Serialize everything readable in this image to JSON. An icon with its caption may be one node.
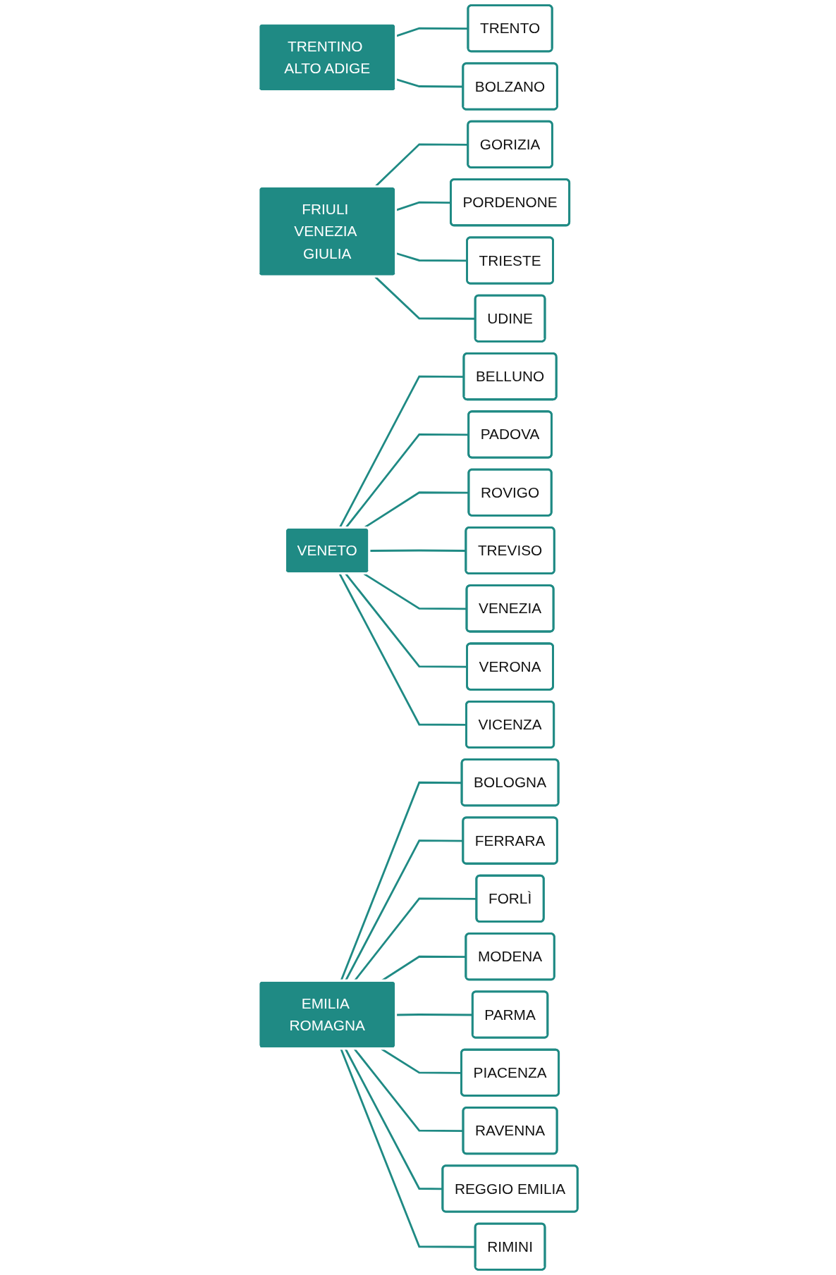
{
  "diagram": {
    "nodes": [
      {
        "text": [
          "TRENTINO ALTO ADIGE"
        ]
      },
      {
        "text": [
          "TRENTO"
        ]
      },
      {
        "text": [
          "BOLZANO"
        ]
      },
      {
        "text": [
          "FRIULI VENEZIA GIULIA"
        ]
      },
      {
        "text": [
          "GORIZIA"
        ]
      },
      {
        "text": [
          "PORDENONE"
        ]
      },
      {
        "text": [
          "TRIESTE"
        ]
      },
      {
        "text": [
          "UDINE"
        ]
      },
      {
        "text": [
          "VENETO"
        ]
      },
      {
        "text": [
          "BELLUNO"
        ]
      },
      {
        "text": [
          "PADOVA"
        ]
      },
      {
        "text": [
          "ROVIGO"
        ]
      },
      {
        "text": [
          "TREVISO"
        ]
      },
      {
        "text": [
          "VENEZIA"
        ]
      },
      {
        "text": [
          "VERONA"
        ]
      },
      {
        "text": [
          "VICENZA"
        ]
      },
      {
        "text": [
          "EMILIA ROMAGNA"
        ]
      },
      {
        "text": [
          "BOLOGNA"
        ]
      },
      {
        "text": [
          "FERRARA"
        ]
      },
      {
        "text": [
          "FORLÌ"
        ]
      },
      {
        "text": [
          "MODENA"
        ]
      },
      {
        "text": [
          "PARMA"
        ]
      },
      {
        "text": [
          "PIACENZA"
        ]
      },
      {
        "text": [
          "RAVENNA"
        ]
      },
      {
        "text": [
          "REGGIO EMILIA"
        ]
      },
      {
        "text": [
          "RIMINI"
        ]
      }
    ],
    "edges": [
      {
        "from": 0,
        "to": 1,
        "arrow": "none"
      },
      {
        "from": 0,
        "to": 2,
        "arrow": "none"
      },
      {
        "from": 3,
        "to": 4,
        "arrow": "none"
      },
      {
        "from": 3,
        "to": 5,
        "arrow": "none"
      },
      {
        "from": 3,
        "to": 6,
        "arrow": "none"
      },
      {
        "from": 3,
        "to": 7,
        "arrow": "none"
      },
      {
        "from": 8,
        "to": 9,
        "arrow": "none"
      },
      {
        "from": 8,
        "to": 10,
        "arrow": "none"
      },
      {
        "from": 8,
        "to": 11,
        "arrow": "none"
      },
      {
        "from": 8,
        "to": 12,
        "arrow": "none"
      },
      {
        "from": 8,
        "to": 13,
        "arrow": "none"
      },
      {
        "from": 8,
        "to": 14,
        "arrow": "none"
      },
      {
        "from": 8,
        "to": 15,
        "arrow": "none"
      },
      {
        "from": 16,
        "to": 17,
        "arrow": "none"
      },
      {
        "from": 16,
        "to": 18,
        "arrow": "none"
      },
      {
        "from": 16,
        "to": 19,
        "arrow": "none"
      },
      {
        "from": 16,
        "to": 20,
        "arrow": "none"
      },
      {
        "from": 16,
        "to": 21,
        "arrow": "none"
      },
      {
        "from": 16,
        "to": 22,
        "arrow": "none"
      },
      {
        "from": 16,
        "to": 23,
        "arrow": "none"
      },
      {
        "from": 16,
        "to": 24,
        "arrow": "none"
      },
      {
        "from": 16,
        "to": 25,
        "arrow": "none"
      }
    ]
  }
}
